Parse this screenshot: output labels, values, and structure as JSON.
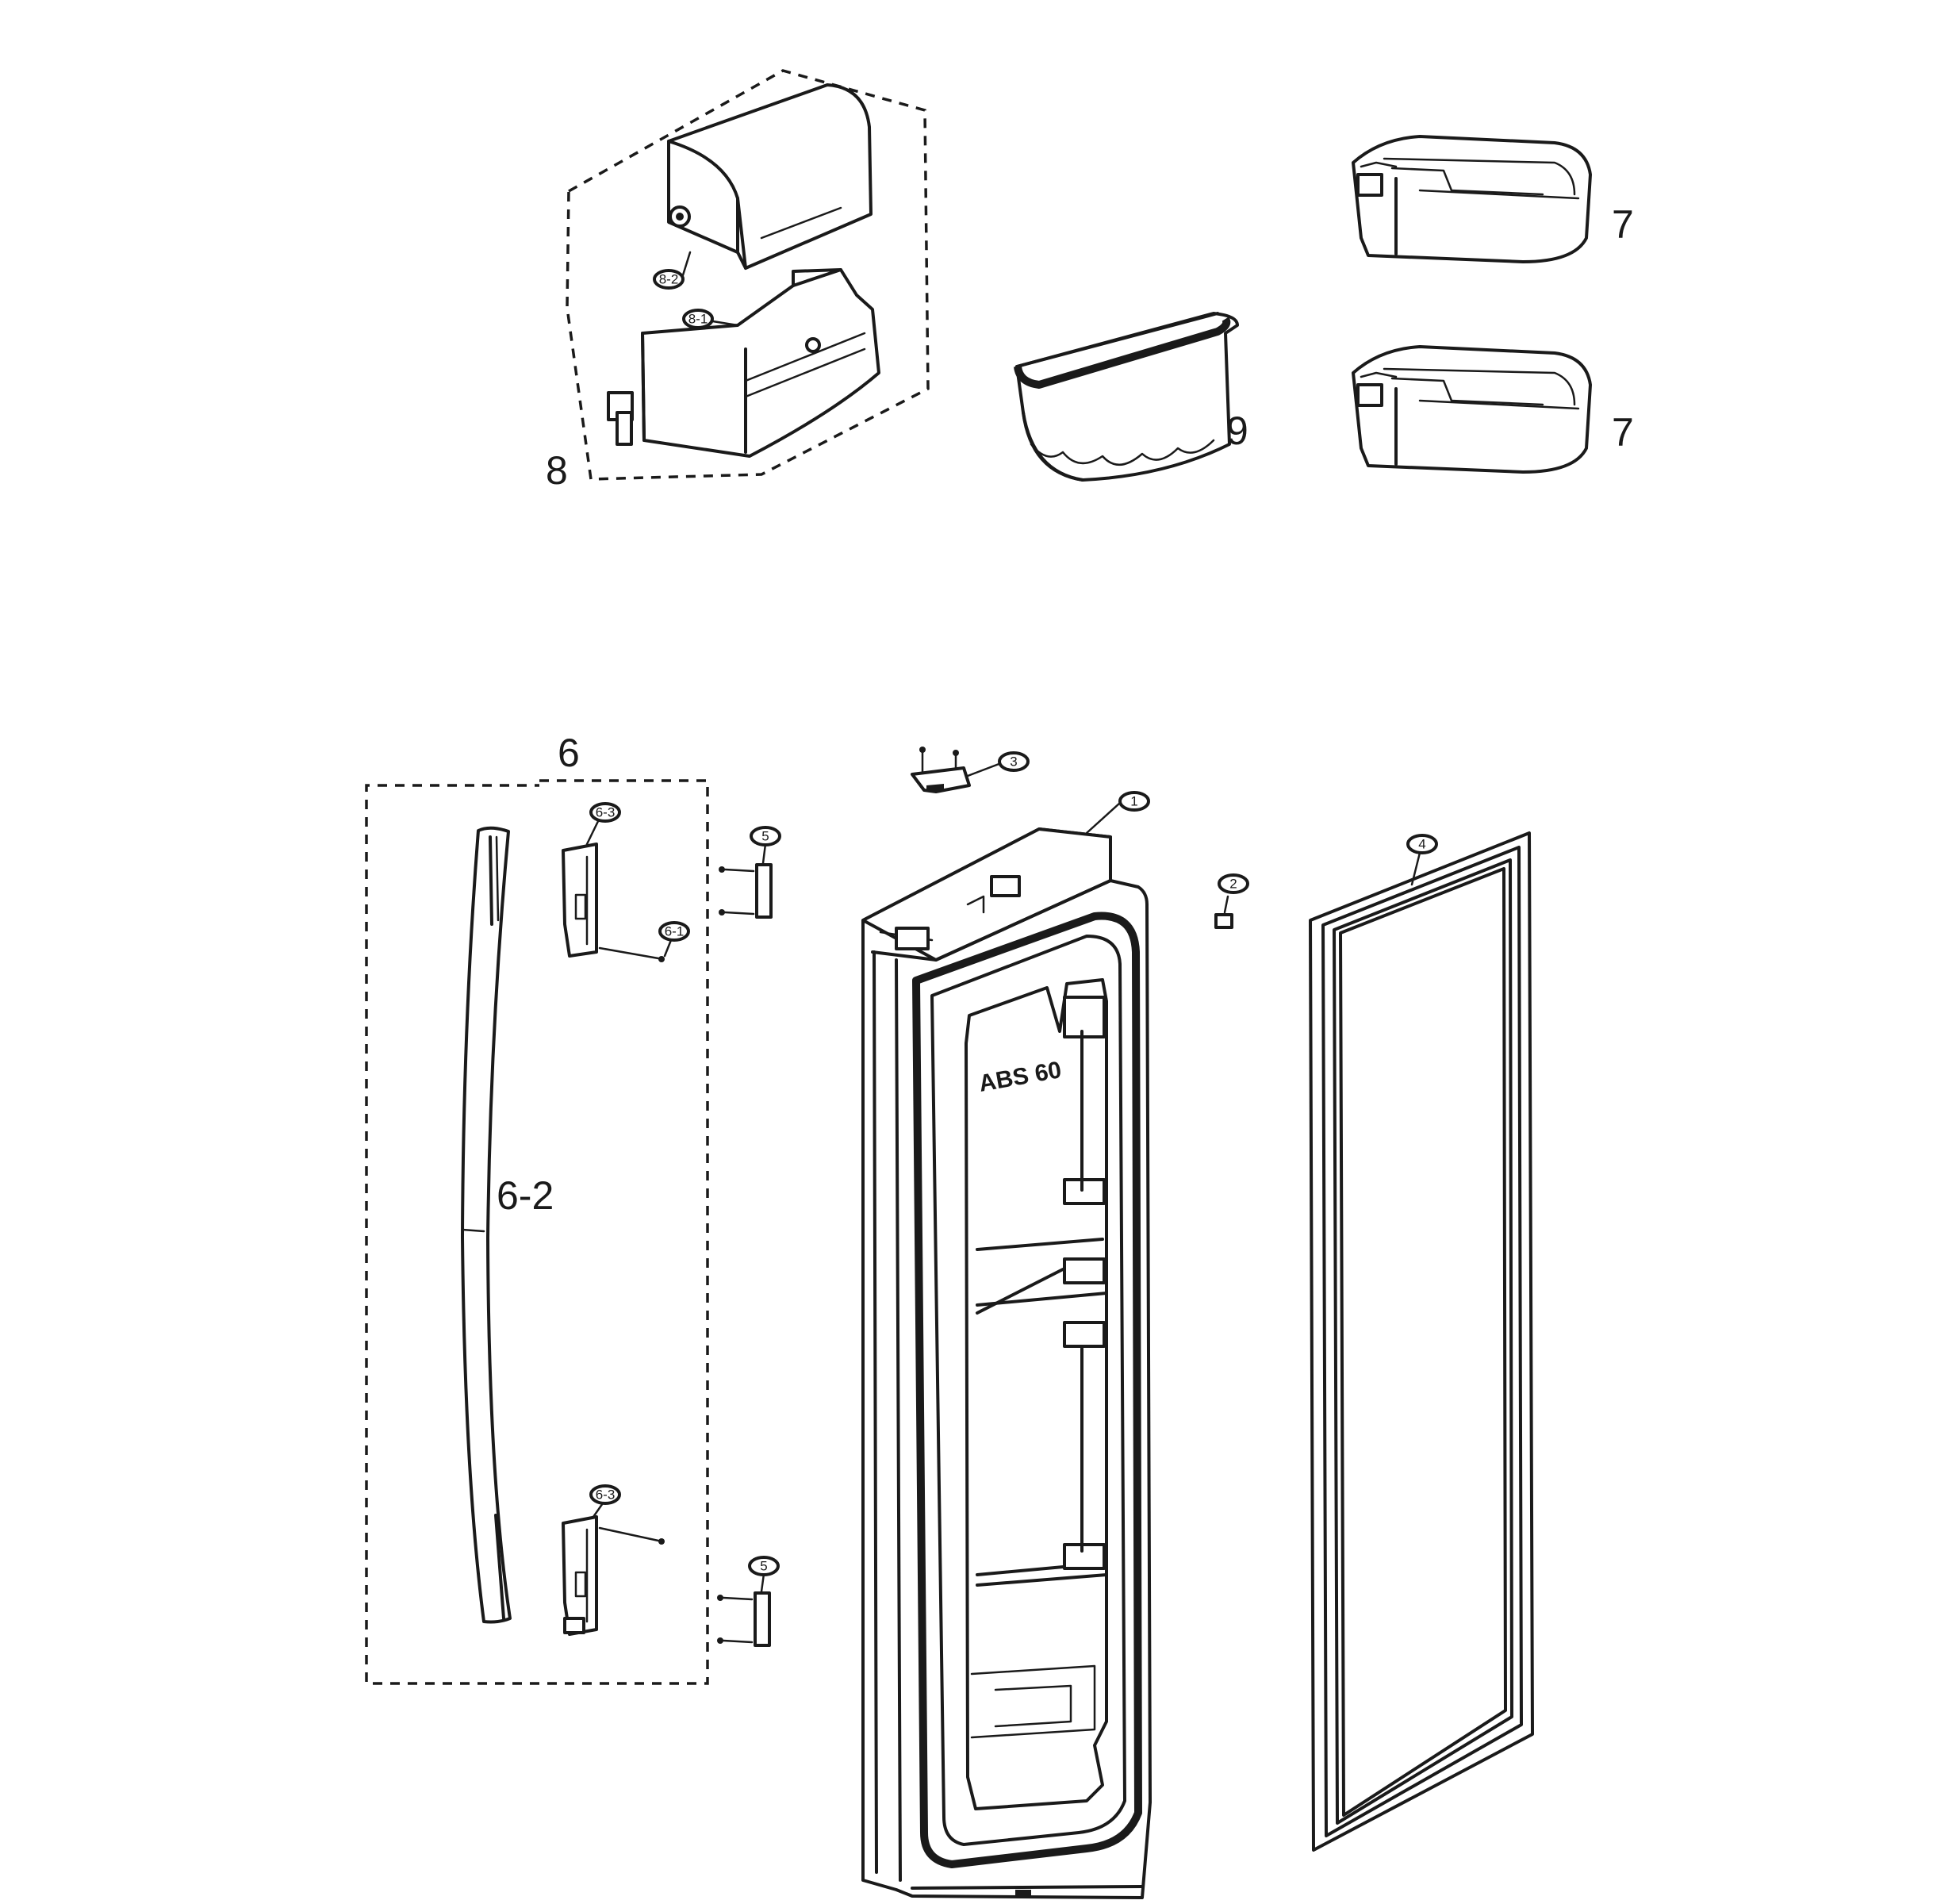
{
  "labels": {
    "part_8": "8",
    "part_9": "9",
    "part_7_top": "7",
    "part_7_bottom": "7",
    "part_6": "6",
    "part_6_2": "6-2"
  },
  "callouts": {
    "c8_2": "8-2",
    "c8_1": "8-1",
    "c1": "1",
    "c2": "2",
    "c3": "3",
    "c4": "4",
    "c5_top": "5",
    "c5_bottom": "5",
    "c6_3_top": "6-3",
    "c6_1": "6-1",
    "c6_3_bottom": "6-3"
  },
  "embossed_text": "ABS 60"
}
